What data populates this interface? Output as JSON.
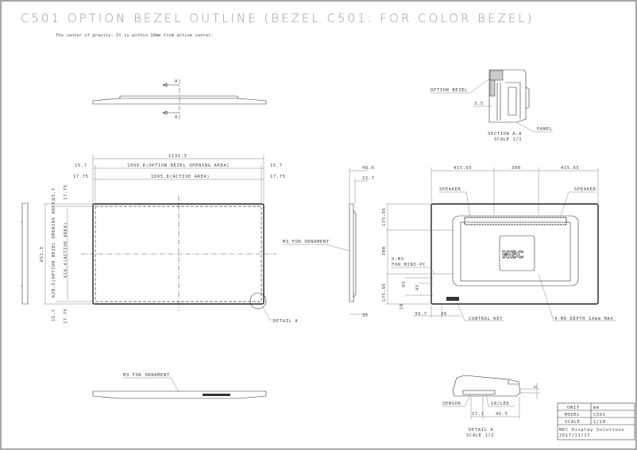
{
  "title": "C501 OPTION BEZEL OUTLINE (BEZEL C501: FOR COLOR BEZEL)",
  "subtitle": "The center of gravity: It is within 10mm from active center.",
  "section": {
    "arrow_label_top": "A",
    "arrow_label_bottom": "A",
    "option_bezel": "OPTION BEZEL",
    "dim_3_5": "3.5",
    "panel": "PANEL",
    "caption": "SECTION A-A",
    "scale": "SCALE 1/1"
  },
  "front": {
    "overall_width": "1131.3",
    "opening_width": "1099.8(OPTION BEZEL OPENING AREA)",
    "active_width": "1095.8(ACTIVE AREA)",
    "left_15_7": "15.7",
    "right_15_7": "15.7",
    "left_17_75": "17.75",
    "right_17_75": "17.75",
    "overall_height": "651.9",
    "opening_height": "620.5(OPTION BEZEL OPENING AREA)",
    "active_height": "616.4(ACTIVE AREA)",
    "top_15_7": "15.7",
    "top_17_75": "17.75",
    "bottom_15_7": "15.7",
    "bottom_17_75": "17.75",
    "detail_label": "DETAIL A",
    "m3_label": "M3 FOR ORNAMENT"
  },
  "side": {
    "depth_48_6": "48.6",
    "depth_22_7": "22.7",
    "depth_35": "35"
  },
  "rear": {
    "dim_left": "415.65",
    "dim_center": "300",
    "dim_right": "415.65",
    "speaker_left": "SPEAKER",
    "speaker_right": "SPEAKER",
    "v_top": "175.95",
    "v_mid": "300",
    "v_bottom": "175.95",
    "v_93": "93",
    "v_45": "45",
    "v_10": "10",
    "mini_pc_1": "5-M3",
    "mini_pc_2": "FOR MINI-PC",
    "h_39_7": "39.7",
    "h_30": "30",
    "control_key": "CONTROL KEY",
    "m6": "4-M6 DEPTH 14mm MAX",
    "logo": "NEC"
  },
  "bottom_view": {
    "m3_label": "M3 FOR ORNAMENT"
  },
  "detail": {
    "sensor": "SENSOR",
    "irled": "IR/LED",
    "dim_17_1": "17.1",
    "dim_45_5": "45.5",
    "dim_5": "5",
    "caption": "DETAIL A",
    "scale": "SCALE 1/2"
  },
  "title_block": {
    "unit_label": "UNIT",
    "unit_value": "mm",
    "model_label": "MODEL",
    "model_value": "C501",
    "scale_label": "SCALE",
    "scale_value": "1/10",
    "company": "NEC Display Solutions",
    "date": "2017/11/17"
  }
}
